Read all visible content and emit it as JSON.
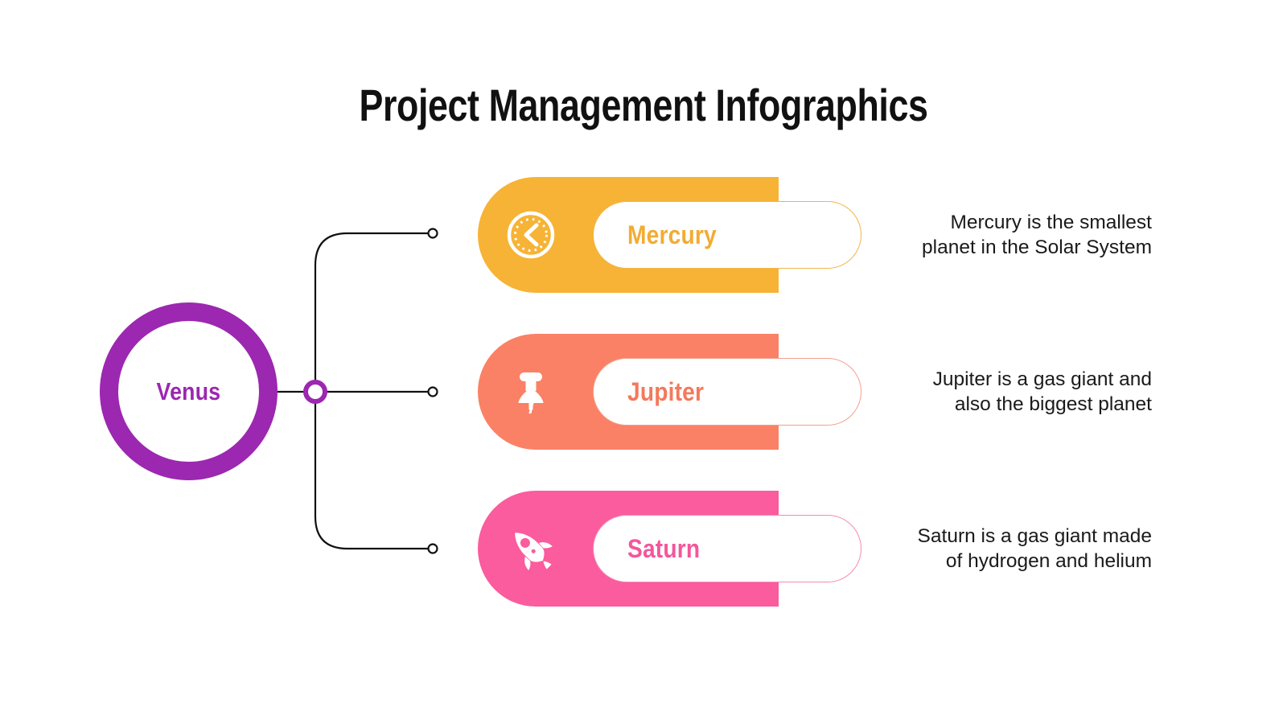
{
  "slide": {
    "title": "Project Management Infographics",
    "background_color": "#FFFFFF"
  },
  "hub": {
    "label": "Venus",
    "color": "#9C27B0",
    "connector_color": "#111111",
    "junction_icon": "hub-ring-icon"
  },
  "items": [
    {
      "id": "mercury",
      "label": "Mercury",
      "description": "Mercury is the smallest planet in the Solar System",
      "description_line1": "Mercury is the smallest",
      "description_line2": "planet in the Solar System",
      "color": "#F7B335",
      "icon": "clock-back-icon"
    },
    {
      "id": "jupiter",
      "label": "Jupiter",
      "description": "Jupiter is a gas giant and also the biggest planet",
      "description_line1": "Jupiter is a gas giant and",
      "description_line2": "also the biggest planet",
      "color": "#FA8165",
      "icon": "pushpin-icon"
    },
    {
      "id": "saturn",
      "label": "Saturn",
      "description": "Saturn is a gas giant made of hydrogen and helium",
      "description_line1": "Saturn is a gas giant made",
      "description_line2": "of hydrogen and helium",
      "color": "#FA5C9D",
      "icon": "rocket-icon"
    }
  ]
}
